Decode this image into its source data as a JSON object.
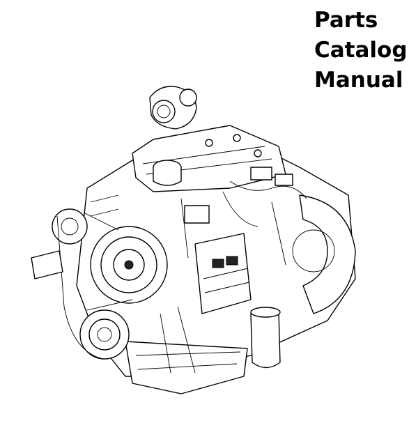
{
  "title": {
    "line1": "Parts",
    "line2": "Catalog",
    "line3": "Manual"
  },
  "illustration": {
    "icon": "engine-drawing",
    "line_color": "#000000",
    "background": "#ffffff"
  }
}
